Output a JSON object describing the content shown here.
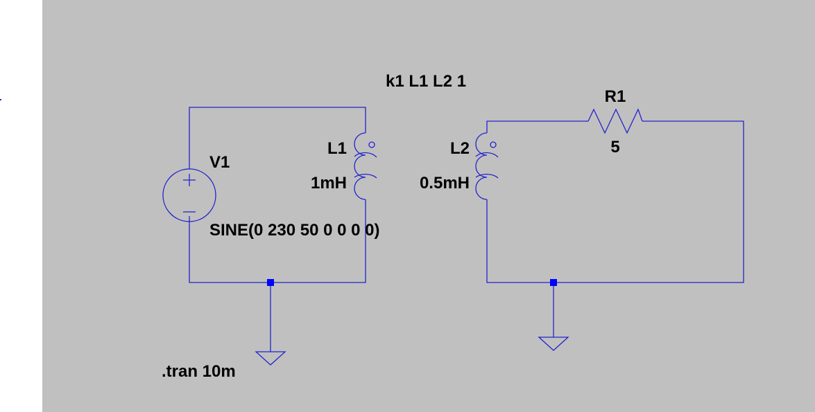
{
  "colors": {
    "canvas_bg": "#c0c0c0",
    "wire": "#2222cc",
    "text": "#000000",
    "junction": "#0000ff"
  },
  "labels": {
    "coupling": "k1 L1 L2 1",
    "v1_name": "V1",
    "v1_value": "SINE(0 230 50 0 0 0 0)",
    "l1_name": "L1",
    "l1_value": "1mH",
    "l2_name": "L2",
    "l2_value": "0.5mH",
    "r1_name": "R1",
    "r1_value": "5",
    "directive": ".tran 10m"
  }
}
